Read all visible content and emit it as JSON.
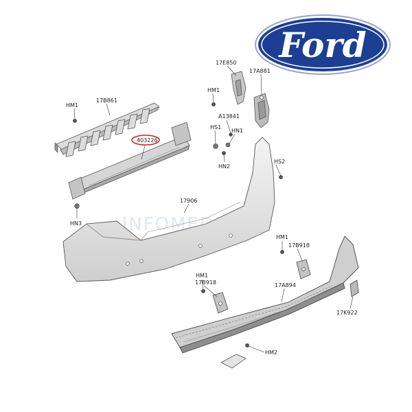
{
  "logo": {
    "text": "Ford",
    "oval_color": "#1c3f94",
    "text_color": "#ffffff"
  },
  "highlight_color": "#d81e1e",
  "watermark": "INFOMEDIA",
  "labels": {
    "hm1_a": "HM1",
    "l17b861": "17B861",
    "l403226": "403226",
    "l17e850": "17E850",
    "hm1_b": "HM1",
    "l17a881": "17A881",
    "a13841": "A13841",
    "hs1": "HS1",
    "hn1": "HN1",
    "hn2": "HN2",
    "hs2": "HS2",
    "l17906": "17906",
    "hn3": "HN3",
    "hm1_c": "HM1",
    "l17b918_a": "17B918",
    "hm1_d": "HM1",
    "l17b918_b": "17B918",
    "l17a894": "17A894",
    "l17k922": "17K922",
    "hm2": "HM2"
  }
}
